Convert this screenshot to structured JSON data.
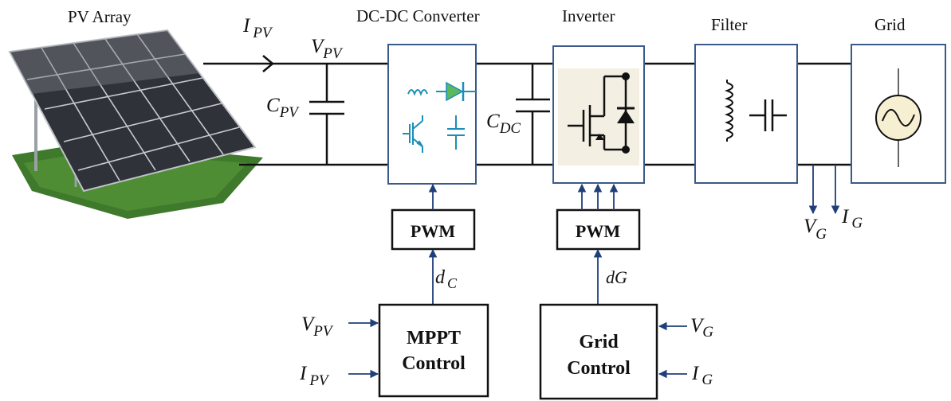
{
  "diagram": {
    "blocks": {
      "pv_array": "PV Array",
      "dcdc": "DC-DC Converter",
      "inverter": "Inverter",
      "filter": "Filter",
      "grid": "Grid"
    },
    "controls": {
      "pwm_left": "PWM",
      "pwm_right": "PWM",
      "mppt_line1": "MPPT",
      "mppt_line2": "Control",
      "grid_line1": "Grid",
      "grid_line2": "Control"
    },
    "signals": {
      "i_pv": {
        "main": "I",
        "sub": "PV"
      },
      "v_pv": {
        "main": "V",
        "sub": "PV"
      },
      "c_pv": {
        "main": "C",
        "sub": "PV"
      },
      "c_dc": {
        "main": "C",
        "sub": "DC"
      },
      "v_g": {
        "main": "V",
        "sub": "G"
      },
      "i_g": {
        "main": "I",
        "sub": "G"
      },
      "d_c": {
        "main": "d",
        "sub": "C"
      },
      "d_g": "dG",
      "mppt_v_in": {
        "main": "V",
        "sub": "PV"
      },
      "mppt_i_in": {
        "main": "I",
        "sub": "PV"
      },
      "grid_v_in": {
        "main": "V",
        "sub": "G"
      },
      "grid_i_in": {
        "main": "I",
        "sub": "G"
      }
    },
    "icons": [
      "solar-panel-icon",
      "inductor-icon",
      "diode-icon",
      "igbt-icon",
      "capacitor-icon",
      "ac-source-icon"
    ],
    "colors": {
      "line": "#111111",
      "signal": "#1f3f7a",
      "component": "#1a8fb8",
      "diode_fill": "#5cb85c",
      "grass": "#3f7a2c",
      "panel": "#3a3d44"
    }
  }
}
